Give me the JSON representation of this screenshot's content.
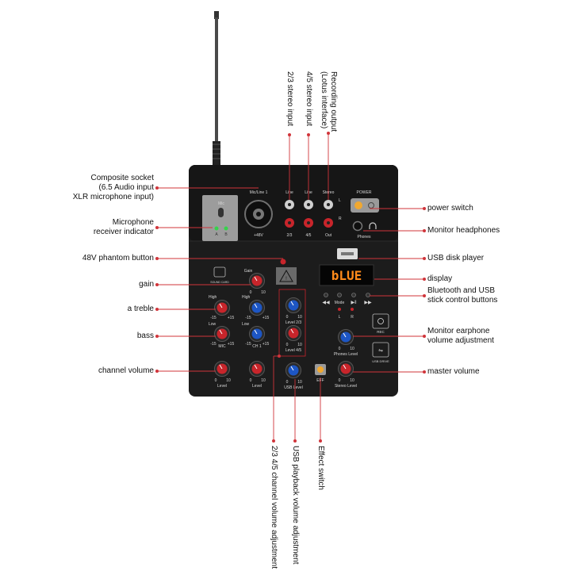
{
  "callouts_left": [
    {
      "id": "composite",
      "lines": [
        "Composite socket",
        "(6.5 Audio input",
        "XLR microphone input)"
      ]
    },
    {
      "id": "mic-indicator",
      "lines": [
        "Microphone",
        "receiver indicator"
      ]
    },
    {
      "id": "phantom",
      "lines": [
        "48V phantom button"
      ]
    },
    {
      "id": "gain",
      "lines": [
        "gain"
      ]
    },
    {
      "id": "treble",
      "lines": [
        "a treble"
      ]
    },
    {
      "id": "bass",
      "lines": [
        "bass"
      ]
    },
    {
      "id": "channel-volume",
      "lines": [
        "channel volume"
      ]
    }
  ],
  "callouts_right": [
    {
      "id": "power",
      "lines": [
        "power switch"
      ]
    },
    {
      "id": "monitor-headphones",
      "lines": [
        "Monitor headphones"
      ]
    },
    {
      "id": "usb-disk",
      "lines": [
        "USB disk player"
      ]
    },
    {
      "id": "display",
      "lines": [
        "display"
      ]
    },
    {
      "id": "bt-usb-buttons",
      "lines": [
        "Bluetooth and USB",
        "stick control buttons"
      ]
    },
    {
      "id": "earphone-volume",
      "lines": [
        "Monitor earphone",
        "volume adjustment"
      ]
    },
    {
      "id": "master-volume",
      "lines": [
        "master volume"
      ]
    }
  ],
  "callouts_top": [
    {
      "id": "stereo-23",
      "lines": [
        "2/3 stereo input"
      ]
    },
    {
      "id": "stereo-45",
      "lines": [
        "4/5 stereo input"
      ]
    },
    {
      "id": "recording-out",
      "lines": [
        "Recording output",
        "(Lotus interface)"
      ]
    }
  ],
  "callouts_bottom": [
    {
      "id": "ch-volume-23-45",
      "lines": [
        "2/3 4/5 channel volume adjustment"
      ]
    },
    {
      "id": "usb-playback",
      "lines": [
        "USB playback volume adjustment"
      ]
    },
    {
      "id": "effect-switch",
      "lines": [
        "Effect switch"
      ]
    }
  ],
  "panel": {
    "mic_line": "Mic/Line 1",
    "mic": "Mic",
    "ab_a": "A",
    "ab_b": "B",
    "plus48": "+48V",
    "line": "Line",
    "stereo": "Stereo",
    "ch23": "2/3",
    "ch45": "4/5",
    "out": "Out",
    "L": "L",
    "R": "R",
    "power": "POWER",
    "phones": "Phones",
    "display_text": "bLUE",
    "mode": "Mode",
    "rec": "REC",
    "usb_drive": "USB DRIVE",
    "gain": "Gain",
    "high": "High",
    "low": "Low",
    "mic_ch": "MIC",
    "ch1": "CH 1",
    "level": "Level",
    "level23": "Level 2/3",
    "level45": "Level 4/5",
    "usb_level": "USB Level",
    "phones_level": "Phones Level",
    "stereo_level": "Stereo Level",
    "eff": "EFF",
    "zero": "0",
    "ten": "10",
    "minus15": "-15",
    "plus15": "+15",
    "sound_card": "SOUND CARD"
  },
  "colors": {
    "panel": "#1c1c1c",
    "callout_line": "#d0343a",
    "knob_red": "#c8252b",
    "knob_blue": "#1d56c4",
    "display_text": "#ff8a1a"
  }
}
